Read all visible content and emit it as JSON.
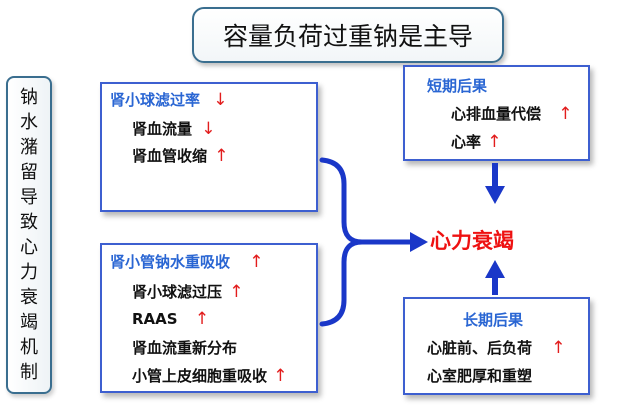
{
  "title": "容量负荷过重钠是主导",
  "side_label": [
    "钠",
    "水",
    "潴",
    "留",
    "导",
    "致",
    "心",
    "力",
    "衰",
    "竭",
    "机",
    "制"
  ],
  "center": "心力衰竭",
  "box_glomerular": {
    "header": "肾小球滤过率",
    "header_arrow": "↓",
    "items": [
      {
        "text": "肾血流量",
        "arrow": "↓"
      },
      {
        "text": "肾血管收缩",
        "arrow": "↑"
      }
    ]
  },
  "box_tubular": {
    "header": "肾小管钠水重吸收",
    "header_arrow": "↑",
    "items": [
      {
        "text": "肾小球滤过压",
        "arrow": "↑"
      },
      {
        "text": "RAAS",
        "arrow": "↑"
      },
      {
        "text": "肾血流重新分布",
        "arrow": ""
      },
      {
        "text": "小管上皮细胞重吸收",
        "arrow": "↑"
      }
    ]
  },
  "box_short": {
    "header": "短期后果",
    "items": [
      {
        "text": "心排血量代偿",
        "arrow": "↑"
      },
      {
        "text": "心率",
        "arrow": "↑"
      }
    ]
  },
  "box_long": {
    "header": "长期后果",
    "items": [
      {
        "text": "心脏前、后负荷",
        "arrow": "↑"
      },
      {
        "text": "心室肥厚和重塑",
        "arrow": ""
      }
    ]
  },
  "colors": {
    "box_border": "#3d5fd0",
    "header_text": "#2a66d3",
    "arrow_red": "#e21d1d",
    "connector": "#1a37c8",
    "center_text": "#ee1111"
  }
}
